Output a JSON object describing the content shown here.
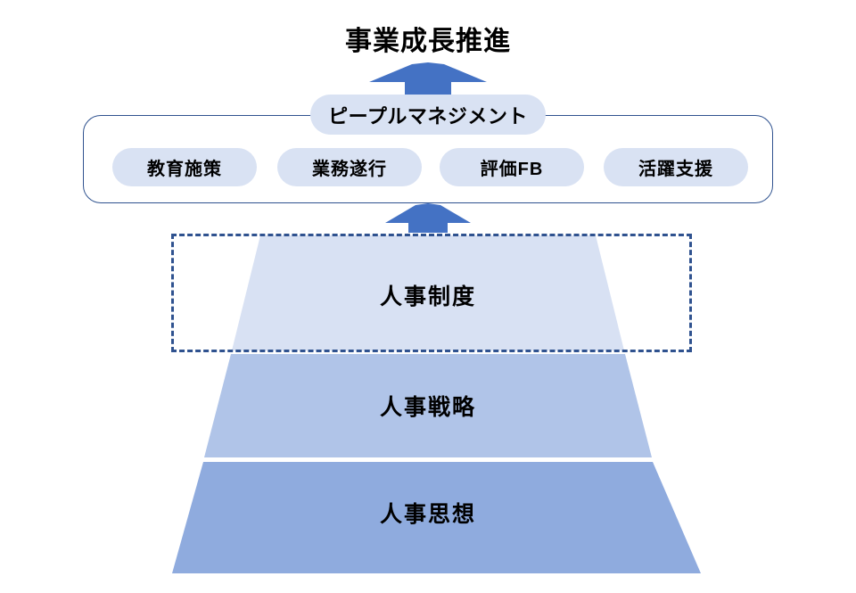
{
  "diagram": {
    "title": "事業成長推進",
    "people_management": {
      "header_label": "ピープルマネジメント",
      "items": [
        {
          "label": "教育施策"
        },
        {
          "label": "業務遂行"
        },
        {
          "label": "評価FB"
        },
        {
          "label": "活躍支援"
        }
      ]
    },
    "arrows": [
      {
        "name": "arrow-to-title",
        "direction": "up",
        "color": "#4472C4"
      },
      {
        "name": "arrow-to-people-management",
        "direction": "up",
        "color": "#4472C4"
      }
    ],
    "pyramid": {
      "layers": [
        {
          "label": "人事制度",
          "color": "#D8E1F3",
          "level": 1,
          "highlighted": true
        },
        {
          "label": "人事戦略",
          "color": "#B0C4E8",
          "level": 2,
          "highlighted": false
        },
        {
          "label": "人事思想",
          "color": "#8FABDE",
          "level": 3,
          "highlighted": false
        }
      ],
      "highlight_style": "dashed-rectangle"
    },
    "colors": {
      "accent_blue": "#4472C4",
      "border_blue": "#2F528F",
      "pill_fill": "#D9E2F3",
      "layer_top": "#D8E1F3",
      "layer_middle": "#B0C4E8",
      "layer_bottom": "#8FABDE",
      "text": "#000000",
      "background": "#FFFFFF"
    }
  }
}
